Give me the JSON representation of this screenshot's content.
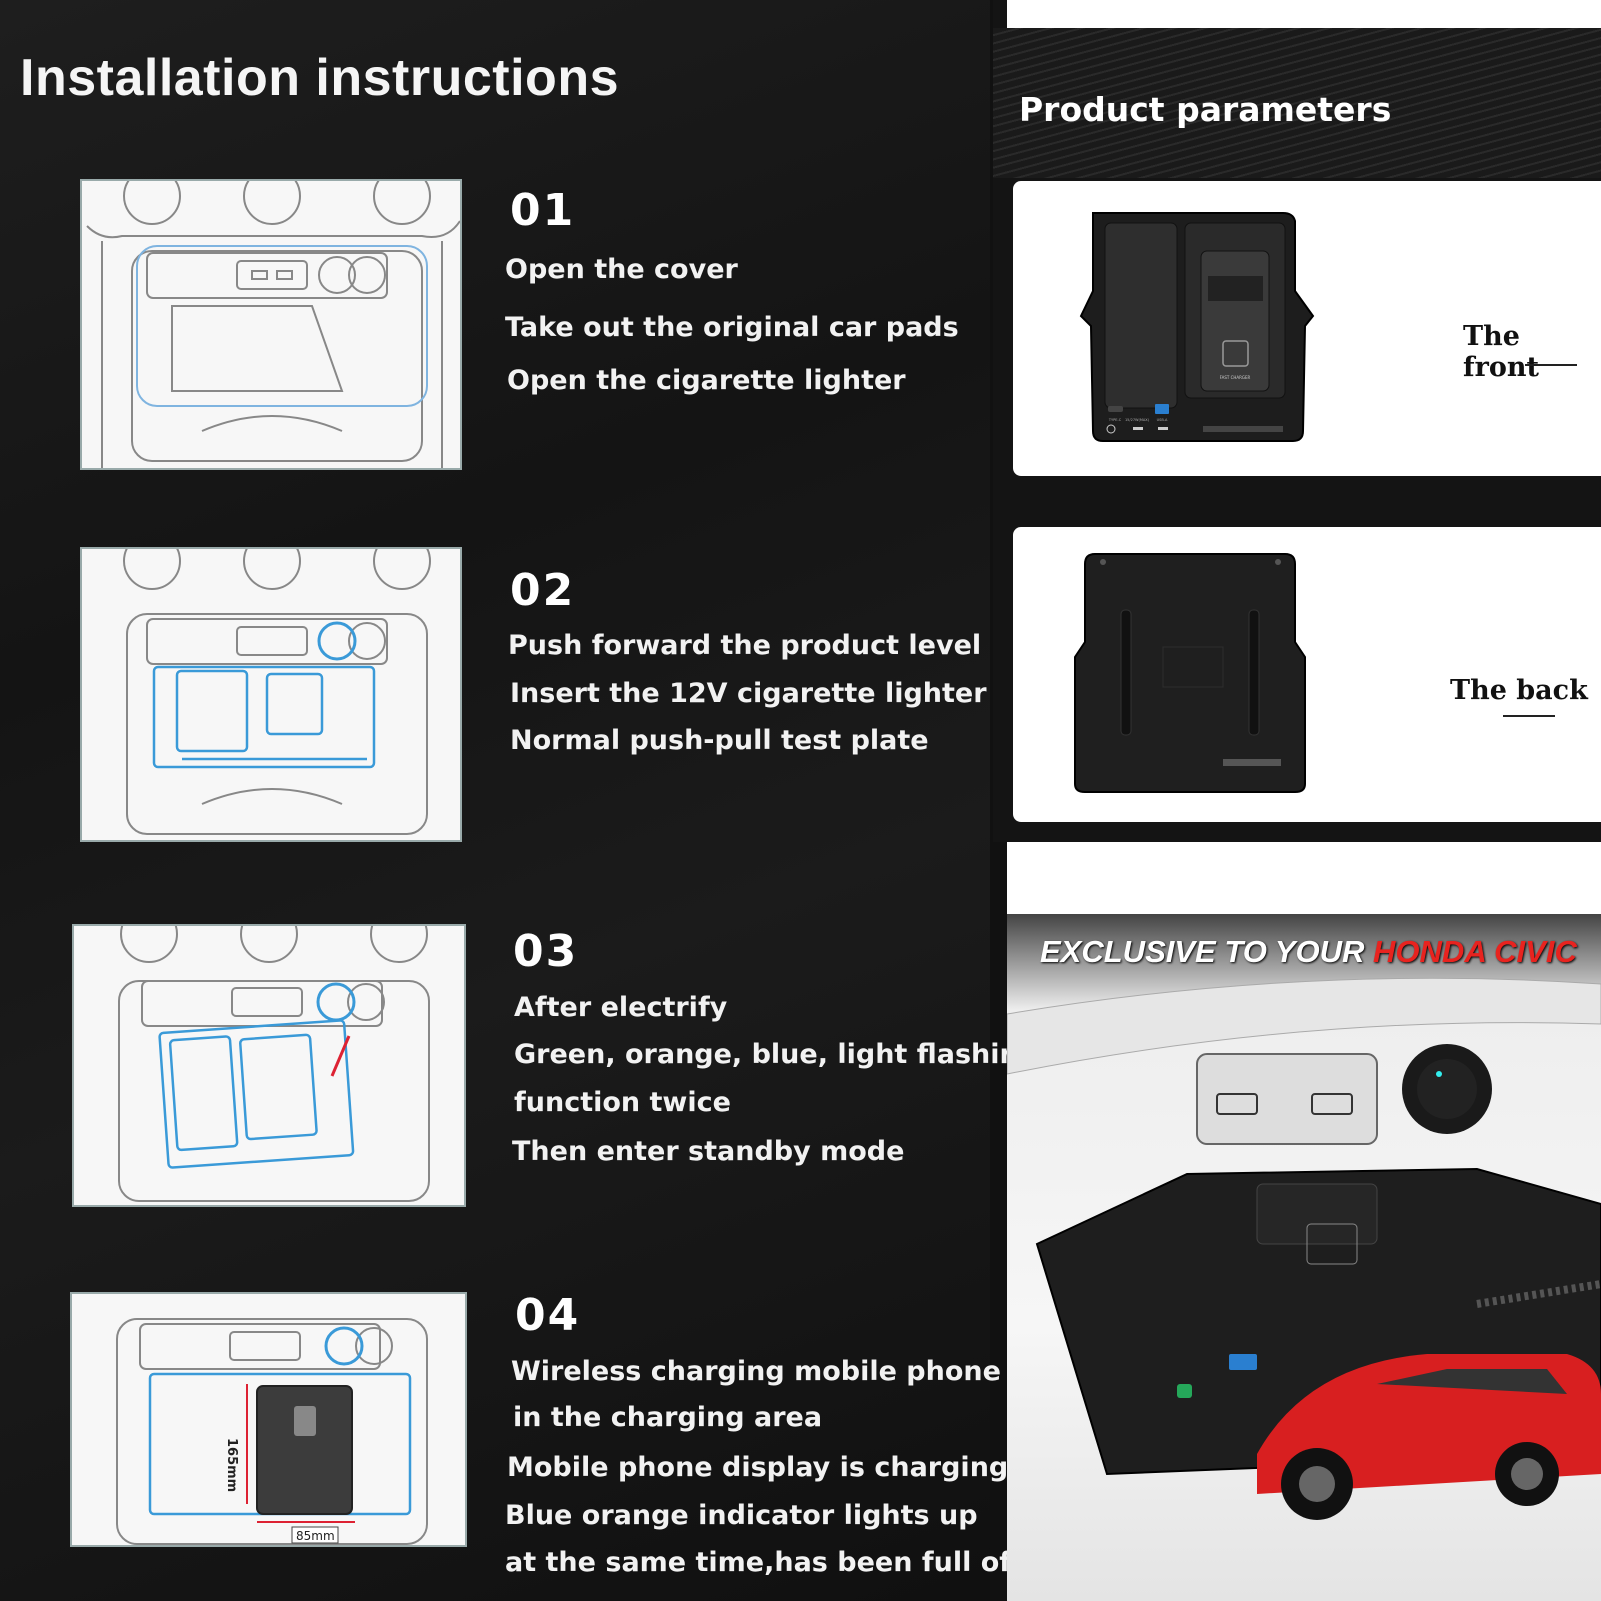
{
  "installation": {
    "title": "Installation instructions",
    "steps": [
      {
        "number": "01",
        "lines": [
          "Open the cover",
          "Take out the original car pads",
          "Open the cigarette lighter"
        ]
      },
      {
        "number": "02",
        "lines": [
          "Push forward the product level",
          "Insert the 12V cigarette lighter",
          "Normal push-pull test plate"
        ]
      },
      {
        "number": "03",
        "lines": [
          "After electrify",
          "Green, orange, blue, light flashing",
          "function twice",
          "Then enter standby mode"
        ]
      },
      {
        "number": "04",
        "lines": [
          "Wireless charging mobile phone",
          "in the charging area",
          "Mobile phone display is charging",
          "Blue orange indicator lights up",
          "at the same time,has been full of"
        ]
      }
    ],
    "dimensions": {
      "height": "165mm",
      "width": "85mm"
    }
  },
  "parameters": {
    "title": "Product parameters",
    "front_label": "The front",
    "back_label": "The  back",
    "device_text": {
      "fast_charger": "FAST CHARGER",
      "type_c": "TYPE-C",
      "output": "15/27W(MAX)",
      "usb_a": "USB-A"
    }
  },
  "promo": {
    "headline_prefix": "EXCLUSIVE TO YOUR ",
    "headline_highlight": "HONDA CIVIC",
    "highlight_color": "#e8231f"
  }
}
